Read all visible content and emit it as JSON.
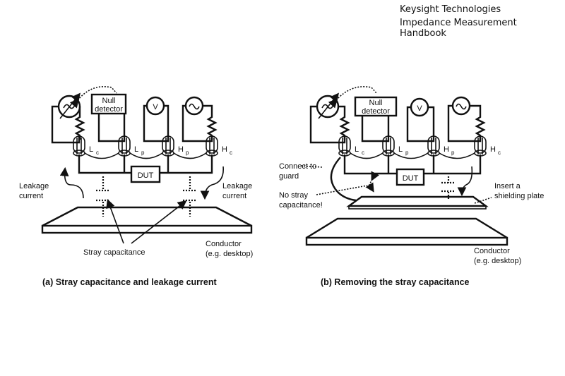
{
  "header": {
    "line1": "Keysight Technologies",
    "line2": "Impedance Measurement Handbook"
  },
  "diagram_a": {
    "caption": "(a)  Stray capacitance and leakage current",
    "null_detector": [
      "Null",
      "detector"
    ],
    "voltmeter": "V",
    "dut": "DUT",
    "terminals": [
      {
        "main": "L",
        "sub": "c"
      },
      {
        "main": "L",
        "sub": "p"
      },
      {
        "main": "H",
        "sub": "p"
      },
      {
        "main": "H",
        "sub": "c"
      }
    ],
    "leakage_left": [
      "Leakage",
      "current"
    ],
    "leakage_right": [
      "Leakage",
      "current"
    ],
    "stray_capacitance": "Stray capacitance",
    "conductor": [
      "Conductor",
      "(e.g. desktop)"
    ]
  },
  "diagram_b": {
    "caption": "(b)  Removing the stray capacitance",
    "null_detector": [
      "Null",
      "detector"
    ],
    "voltmeter": "V",
    "dut": "DUT",
    "terminals": [
      {
        "main": "L",
        "sub": "c"
      },
      {
        "main": "L",
        "sub": "p"
      },
      {
        "main": "H",
        "sub": "p"
      },
      {
        "main": "H",
        "sub": "c"
      }
    ],
    "connect_to_guard": [
      "Connect to",
      "guard"
    ],
    "no_stray": [
      "No stray",
      "capacitance!"
    ],
    "insert_plate": [
      "Insert a",
      "shielding plate"
    ],
    "conductor": [
      "Conductor",
      "(e.g. desktop)"
    ],
    "shield_color": "#c0c0c0"
  }
}
